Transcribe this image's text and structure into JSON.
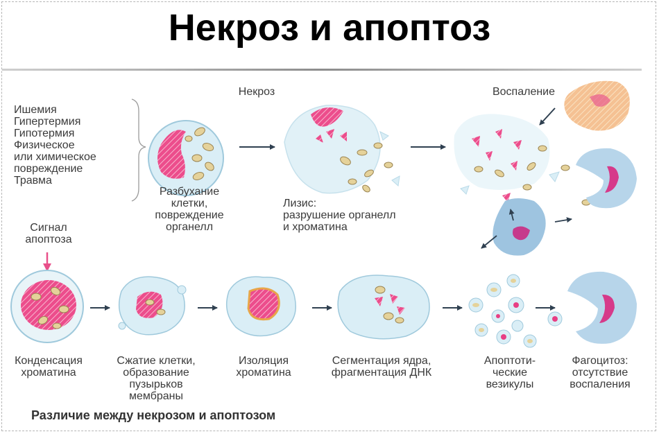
{
  "title": "Некроз и апоптоз",
  "causes": "Ишемия\nГипертермия\nГипотермия\nФизическое\nили химическое\nповреждение\nТравма",
  "necrosis": {
    "header": "Некроз",
    "swelling": "Разбухание\nклетки,\nповреждение\nорганелл",
    "lysis": "Лизис:\nразрушение органелл\nи хроматина",
    "inflammation": "Воспаление"
  },
  "apoptosis": {
    "signal": "Сигнал\nапоптоза",
    "condensation": "Конденсация\nхроматина",
    "shrinkage": "Сжатие клетки,\nобразование\nпузырьков\nмембраны",
    "isolation": "Изоляция\nхроматина",
    "segmentation": "Сегментация ядра,\nфрагментация ДНК",
    "vesicles": "Апоптоти-\nческие\nвезикулы",
    "phagocytosis": "Фагоцитоз:\nотсутствие\nвоспаления"
  },
  "caption": "Различие между некрозом и апоптозом",
  "colors": {
    "nucleus": "#e83e84",
    "cell_fill": "#daeef6",
    "cell_edge": "#9fc9dc",
    "organelle": "#e5d29a",
    "macrophage": "#b7d5ea",
    "arrow": "#2f4050",
    "signal_arrow": "#e8508a"
  }
}
